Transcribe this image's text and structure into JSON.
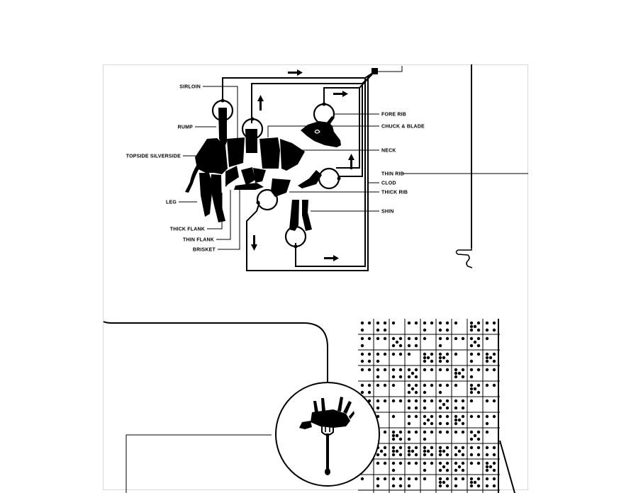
{
  "diagram": {
    "labels": {
      "sirloin": "SIRLOIN",
      "rump": "RUMP",
      "topside_silverside": "TOPSIDE SILVERSIDE",
      "leg": "LEG",
      "thick_flank": "THICK FLANK",
      "thin_flank": "THIN FLANK",
      "brisket": "BRISKET",
      "fore_rib": "FORE RIB",
      "chuck_blade": "CHUCK & BLADE",
      "neck": "NECK",
      "thin_rib": "THIN RIB",
      "clod": "CLOD",
      "thick_rib": "THICK RIB",
      "shin": "SHIN"
    },
    "icons": [
      "cow-cuts-icon",
      "cow-on-fork-icon",
      "arrow-right-icon",
      "arrow-up-icon",
      "arrow-down-icon"
    ],
    "colors": {
      "ink": "#000000",
      "paper": "#ffffff",
      "frame": "#d9d9d9"
    }
  }
}
